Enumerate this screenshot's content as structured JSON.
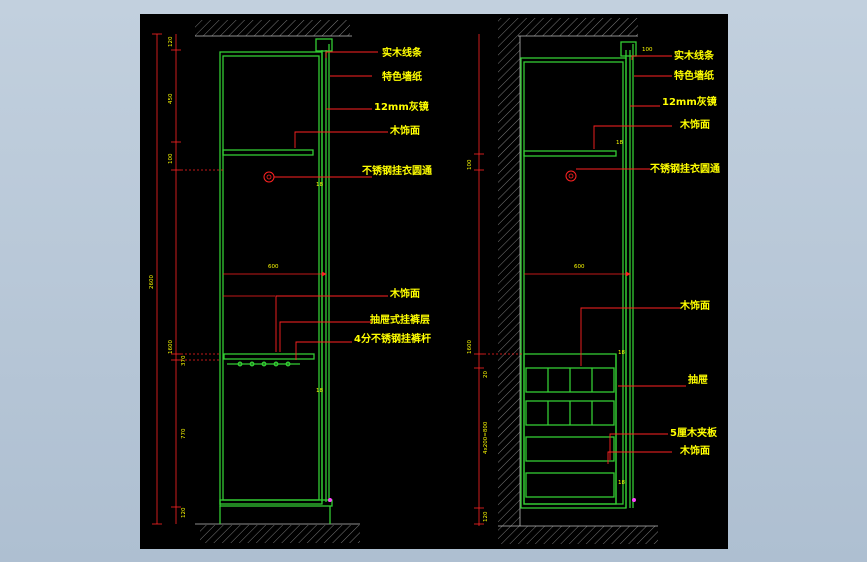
{
  "colors": {
    "background": "#000000",
    "cabinet": "#33cc33",
    "annotation": "#ff2222",
    "text": "#ffff00",
    "hatch": "#9a9a9a",
    "window_frame": "#b8c8d8"
  },
  "left_elevation": {
    "labels": {
      "solid_wood_strip": "实木线条",
      "special_wallpaper": "特色墙纸",
      "mirror": "12mm灰镜",
      "wood_veneer_top": "木饰面",
      "hanging_rod": "不锈钢挂衣圆通",
      "wood_veneer_mid": "木饰面",
      "pullout_rack": "抽屉式挂裤层",
      "steel_pants_rod": "4分不锈钢挂裤杆"
    },
    "dimensions": {
      "overall_height": "2600",
      "top_1": "120",
      "top_2": "450",
      "top_3": "100",
      "middle": "1600",
      "lower_1": "370",
      "lower_2": "770",
      "bottom": "120",
      "interior_width": "600",
      "side_a": "18",
      "side_b": "18"
    }
  },
  "right_elevation": {
    "labels": {
      "solid_wood_strip": "实木线条",
      "special_wallpaper": "特色墙纸",
      "mirror": "12mm灰镜",
      "wood_veneer_top": "木饰面",
      "hanging_rod": "不锈钢挂衣圆通",
      "wood_veneer_mid": "木饰面",
      "drawer": "抽屉",
      "plywood": "5厘木夹板",
      "wood_veneer_bottom": "木饰面"
    },
    "dimensions": {
      "top_1": "100",
      "top_2": "100",
      "middle": "1600",
      "drawers_total": "4x200=800",
      "drawer_unit": "20",
      "bottom": "120",
      "interior_width": "600",
      "side_a": "18",
      "side_b": "18",
      "side_c": "18"
    }
  }
}
